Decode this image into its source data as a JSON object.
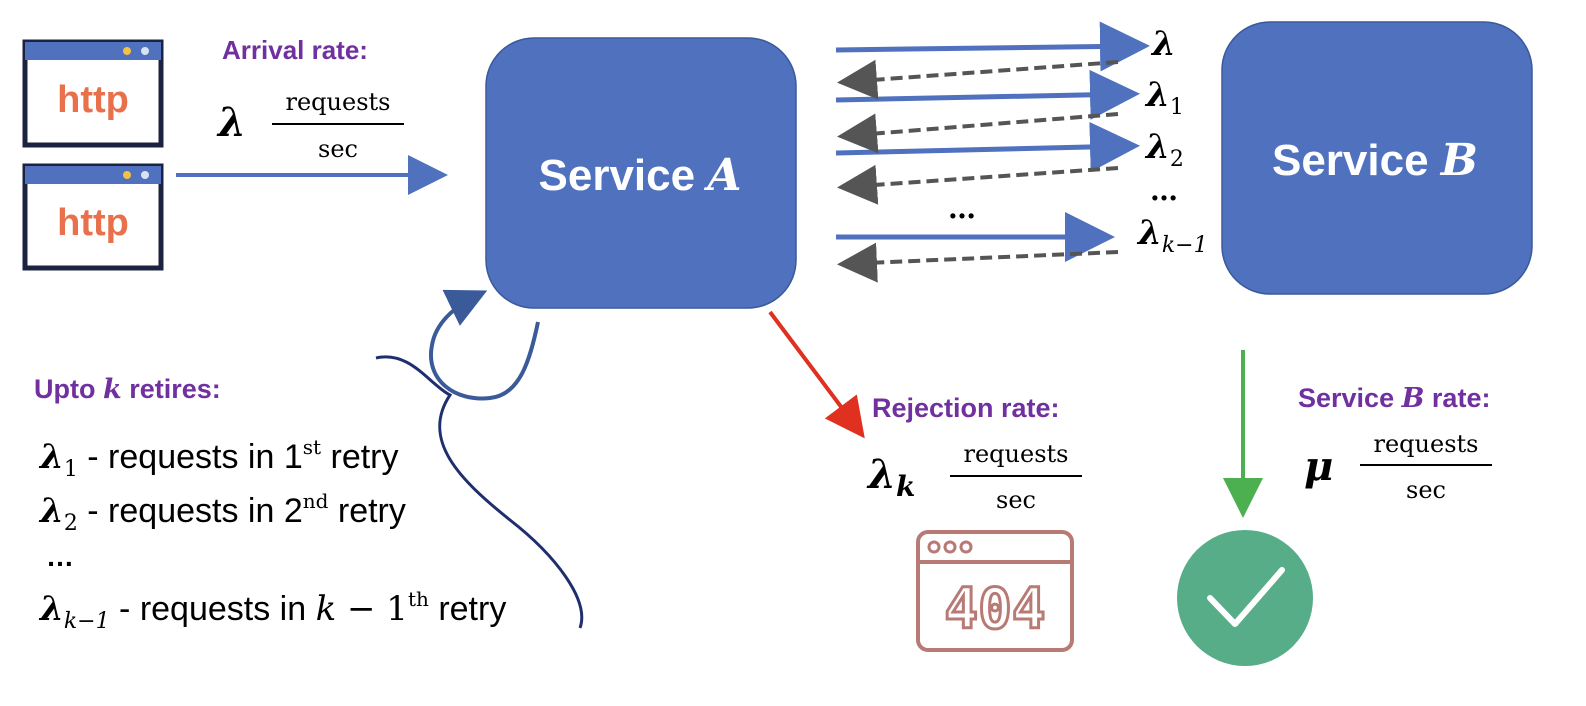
{
  "clients": [
    {
      "label": "http"
    },
    {
      "label": "http"
    }
  ],
  "arrival": {
    "title": "Arrival rate:",
    "symbol": "λ",
    "unit_num": "requests",
    "unit_den": "sec"
  },
  "service_a": {
    "prefix": "Service ",
    "var": "A"
  },
  "service_b": {
    "prefix": "Service ",
    "var": "B"
  },
  "flow_labels": {
    "l0": "λ",
    "l1_sym": "λ",
    "l1_sub": "1",
    "l2_sym": "λ",
    "l2_sub": "2",
    "dots_right": "…",
    "dots_mid": "…",
    "lk_sym": "λ",
    "lk_sub": "k−1"
  },
  "retries": {
    "title_prefix": "Upto ",
    "title_var": "k",
    "title_suffix": " retires:",
    "lines": [
      {
        "sym": "λ",
        "sub": "1",
        "text": " - requests in 1",
        "sup": "st",
        "after": " retry"
      },
      {
        "sym": "λ",
        "sub": "2",
        "text": " - requests in 2",
        "sup": "nd",
        "after": " retry"
      },
      {
        "dots": "…"
      },
      {
        "sym": "λ",
        "sub": "k−1",
        "text": " - requests in ",
        "var": "k",
        "minus": " − 1",
        "sup": "th",
        "after": " retry"
      }
    ]
  },
  "rejection": {
    "title": "Rejection rate:",
    "symbol": "λ",
    "sub": "k",
    "unit_num": "requests",
    "unit_den": "sec",
    "icon_text": "404"
  },
  "service_b_rate": {
    "title_prefix": "Service ",
    "title_var": "B",
    "title_suffix": " rate:",
    "symbol": "μ",
    "unit_num": "requests",
    "unit_den": "sec"
  },
  "colors": {
    "service_box": "#4f71be",
    "arrow_blue": "#4f71be",
    "arrow_dashed": "#555555",
    "arrow_red": "#e03020",
    "arrow_green": "#4caf50",
    "check_circle": "#56ad88",
    "error_icon": "#b87a74",
    "http_text": "#e8704a",
    "title_purple": "#7030a0",
    "retry_curve": "#1f2f6e"
  }
}
